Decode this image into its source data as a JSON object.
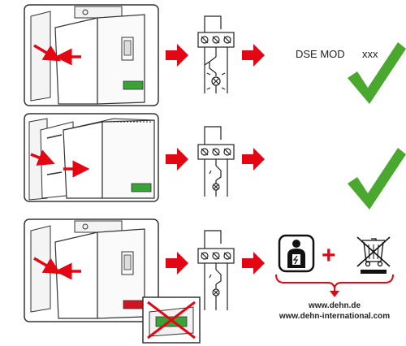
{
  "steps": [
    {
      "status": "ok",
      "indicator": "green"
    },
    {
      "status": "ok",
      "indicator": "green"
    },
    {
      "status": "replace",
      "indicator": "red"
    }
  ],
  "labels": {
    "module_type": "DSE MOD",
    "module_suffix": "xxx",
    "plus": "+",
    "url_primary": "www.dehn.de",
    "url_international": "www.dehn-international.com"
  },
  "colors": {
    "arrow": "#e30613",
    "check": "#4aa82f",
    "indicator_green": "#3aa335",
    "indicator_red": "#d2141f",
    "line": "#222222",
    "cross": "#e30613"
  },
  "icons": {
    "electrician": "electrician-icon",
    "weee": "crossed-bin-icon",
    "check": "checkmark-icon"
  }
}
